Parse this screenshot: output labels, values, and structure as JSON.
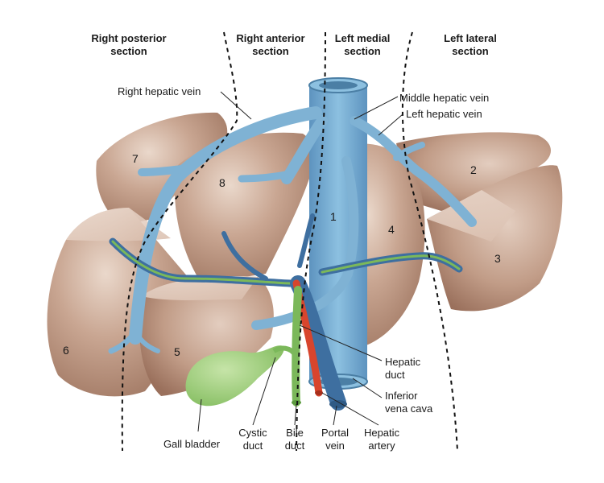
{
  "sections": {
    "right_posterior": [
      "Right posterior",
      "section"
    ],
    "right_anterior": [
      "Right anterior",
      "section"
    ],
    "left_medial": [
      "Left medial",
      "section"
    ],
    "left_lateral": [
      "Left lateral",
      "section"
    ]
  },
  "segments": [
    "1",
    "2",
    "3",
    "4",
    "5",
    "6",
    "7",
    "8"
  ],
  "labels": {
    "right_hepatic_vein": "Right hepatic vein",
    "middle_hepatic_vein": "Middle hepatic vein",
    "left_hepatic_vein": "Left hepatic vein",
    "hepatic_duct": [
      "Hepatic",
      "duct"
    ],
    "inferior_vena_cava": [
      "Inferior",
      "vena cava"
    ],
    "gall_bladder": "Gall bladder",
    "cystic_duct": [
      "Cystic",
      "duct"
    ],
    "bile_duct": [
      "Bile",
      "duct"
    ],
    "portal_vein": [
      "Portal",
      "vein"
    ],
    "hepatic_artery": [
      "Hepatic",
      "artery"
    ]
  },
  "colors": {
    "liver_dark": "#a8806a",
    "liver_mid": "#c4a08a",
    "liver_light": "#e6d2c4",
    "vein": "#7fb2d4",
    "vein_dark": "#4b7fa5",
    "portal": "#3e6fa0",
    "artery": "#d8452d",
    "bile": "#7bb85a",
    "gallbladder": "#a9d38a"
  }
}
